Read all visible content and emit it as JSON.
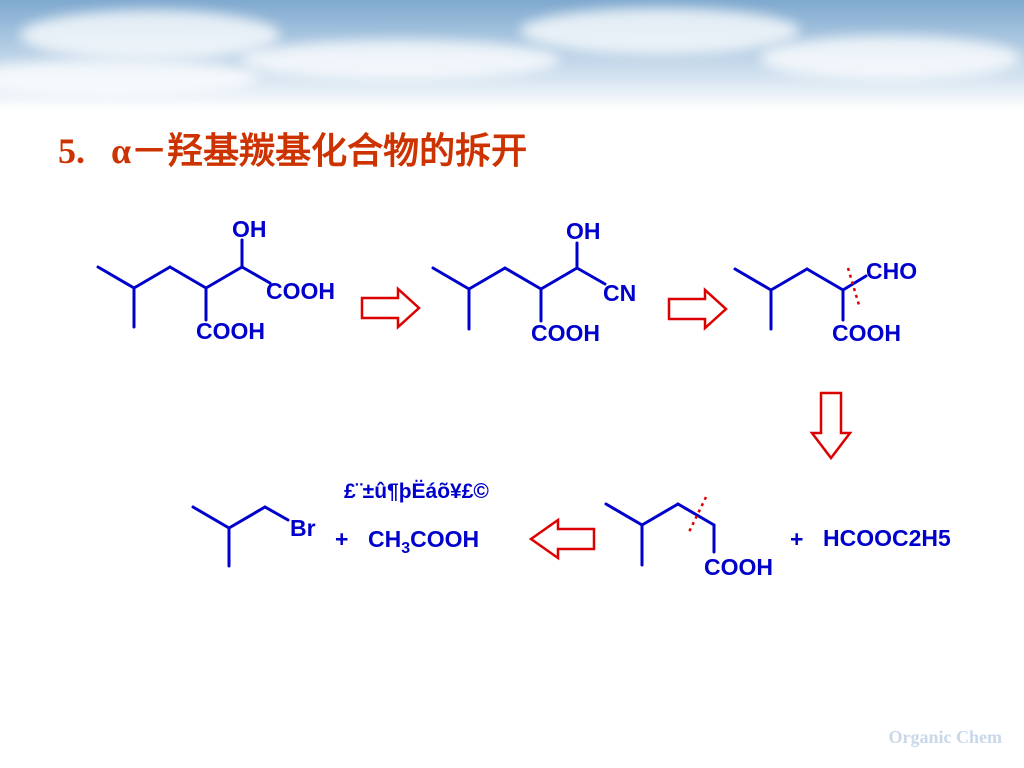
{
  "title": {
    "number": "5.",
    "text": "α－羟基羰基化合物的拆开"
  },
  "molecules": {
    "m1": {
      "oh": "OH",
      "cooh1": "COOH",
      "cooh2": "COOH"
    },
    "m2": {
      "oh": "OH",
      "cn": "CN",
      "cooh": "COOH"
    },
    "m3": {
      "cho": "CHO",
      "cooh": "COOH"
    },
    "m4": {
      "cooh": "COOH",
      "plus": "+",
      "reagent": "HCOOC2H5"
    },
    "m5": {
      "br": "Br",
      "plus": "+",
      "acid_prefix": "CH",
      "acid_sub": "3",
      "acid_suffix": "COOH"
    }
  },
  "garbled_label": "£¨±û¶þËáõ¥£©",
  "footer": "Organic Chem",
  "colors": {
    "title": "#cc3300",
    "structure": "#0000cc",
    "arrow": "#dd0000"
  }
}
